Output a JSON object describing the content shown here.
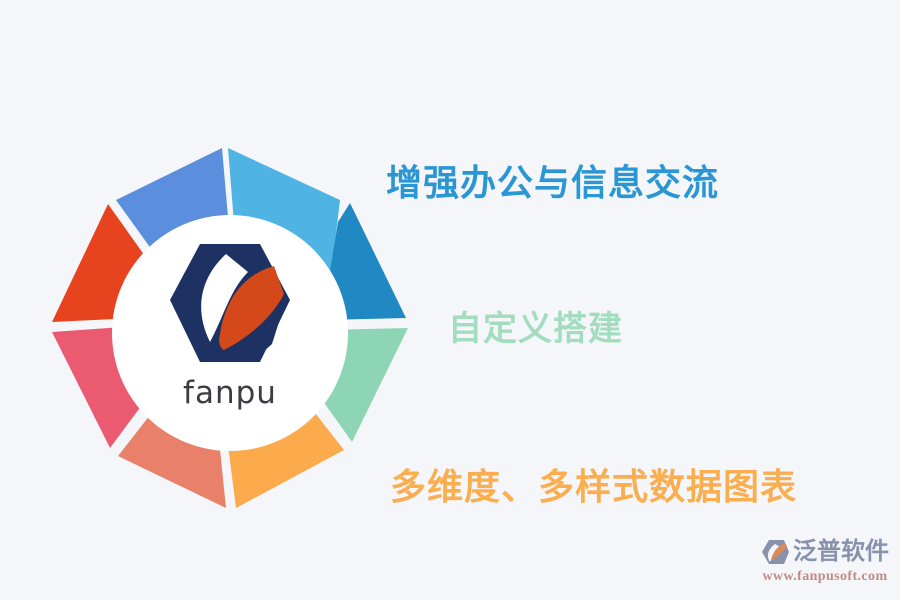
{
  "page": {
    "background_color": "#f5f6f9",
    "title": "fanpu feature highlights graphic"
  },
  "brand": {
    "wordmark": "fanpu",
    "wordmark_color": "#3c3c44",
    "logo_navy": "#1d3263",
    "logo_orange": "#d4481a"
  },
  "captions": [
    {
      "text": "增强办公与信息交流",
      "color": "#2a96d4"
    },
    {
      "text": "自定义搭建",
      "color": "#a4dcc0"
    },
    {
      "text": "多维度、多样式数据图表",
      "color": "#fbae4f"
    }
  ],
  "ring": {
    "segment_count": 8,
    "segments": [
      {
        "name": "petal-light-blue",
        "color": "#4fb3e3"
      },
      {
        "name": "petal-blue",
        "color": "#2089c4"
      },
      {
        "name": "petal-mint",
        "color": "#8ed5b5"
      },
      {
        "name": "petal-amber",
        "color": "#fbab4c"
      },
      {
        "name": "petal-salmon",
        "color": "#e8806a"
      },
      {
        "name": "petal-rose",
        "color": "#ea5a71"
      },
      {
        "name": "petal-red",
        "color": "#e8431f"
      },
      {
        "name": "petal-periwinkle",
        "color": "#5b8fdd"
      }
    ]
  },
  "watermark": {
    "company": "泛普软件",
    "url": "www.fanpusoft.com",
    "company_color": "#8792ad",
    "url_color": "#c08b84"
  }
}
